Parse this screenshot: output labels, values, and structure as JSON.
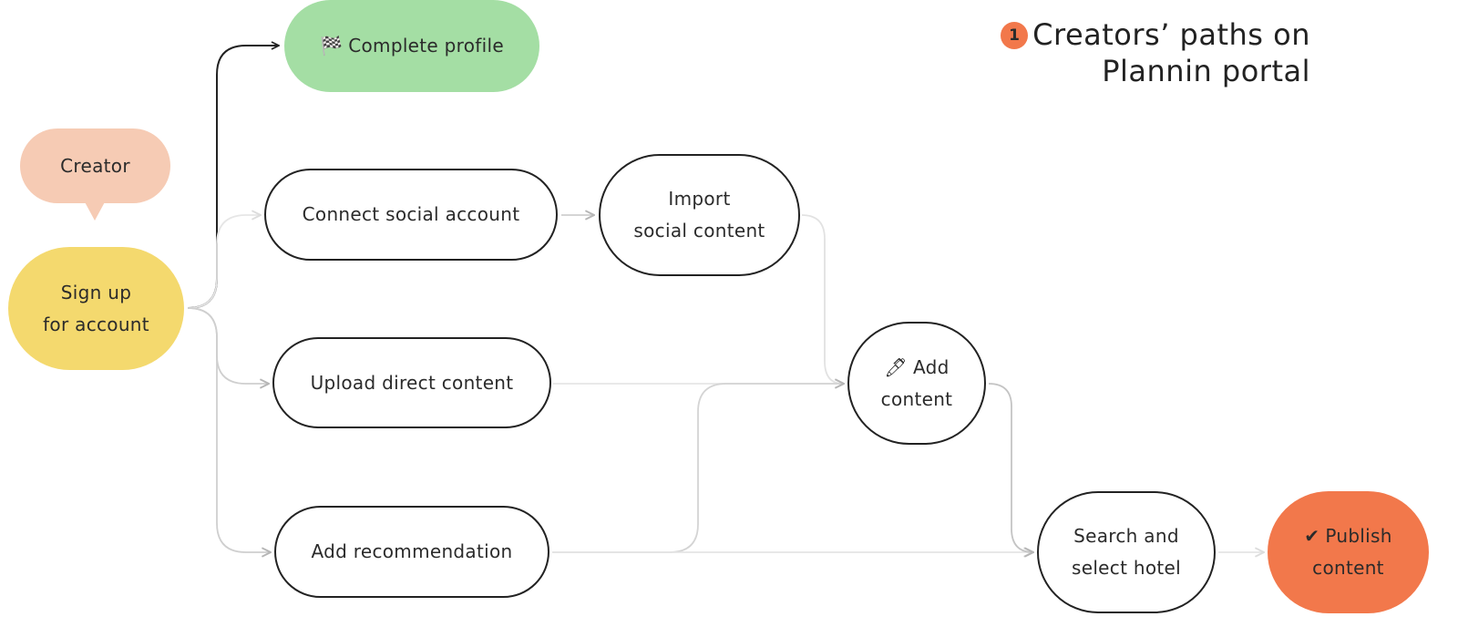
{
  "title": {
    "badge": "1",
    "line1": "Creators’ paths on",
    "line2": "Plannin portal"
  },
  "nodes": {
    "creator": {
      "text": "Creator",
      "color": "#f6cbb4"
    },
    "signup": {
      "line1": "Sign up",
      "line2": "for account",
      "color": "#f4d96e"
    },
    "complete_profile": {
      "icon": "checkered-flag-icon",
      "glyph": "🏁",
      "text": "Complete profile",
      "color": "#a4dea4"
    },
    "connect_social": {
      "text": "Connect social account"
    },
    "import_social": {
      "line1": "Import",
      "line2": "social content"
    },
    "upload_direct": {
      "text": "Upload direct content"
    },
    "add_recommendation": {
      "text": "Add recommendation"
    },
    "add_content": {
      "icon": "pen-icon",
      "glyph": "🖊",
      "line1": "Add",
      "line2": "content"
    },
    "search_hotel": {
      "line1": "Search and",
      "line2": "select hotel"
    },
    "publish": {
      "icon": "checkmark-icon",
      "glyph": "✔",
      "line1": "Publish",
      "line2": "content",
      "color": "#f2784b"
    }
  },
  "colors": {
    "primary_edge": "#222222",
    "secondary_edge": "#cfcfcf",
    "faint_edge": "#e4e4e4"
  }
}
